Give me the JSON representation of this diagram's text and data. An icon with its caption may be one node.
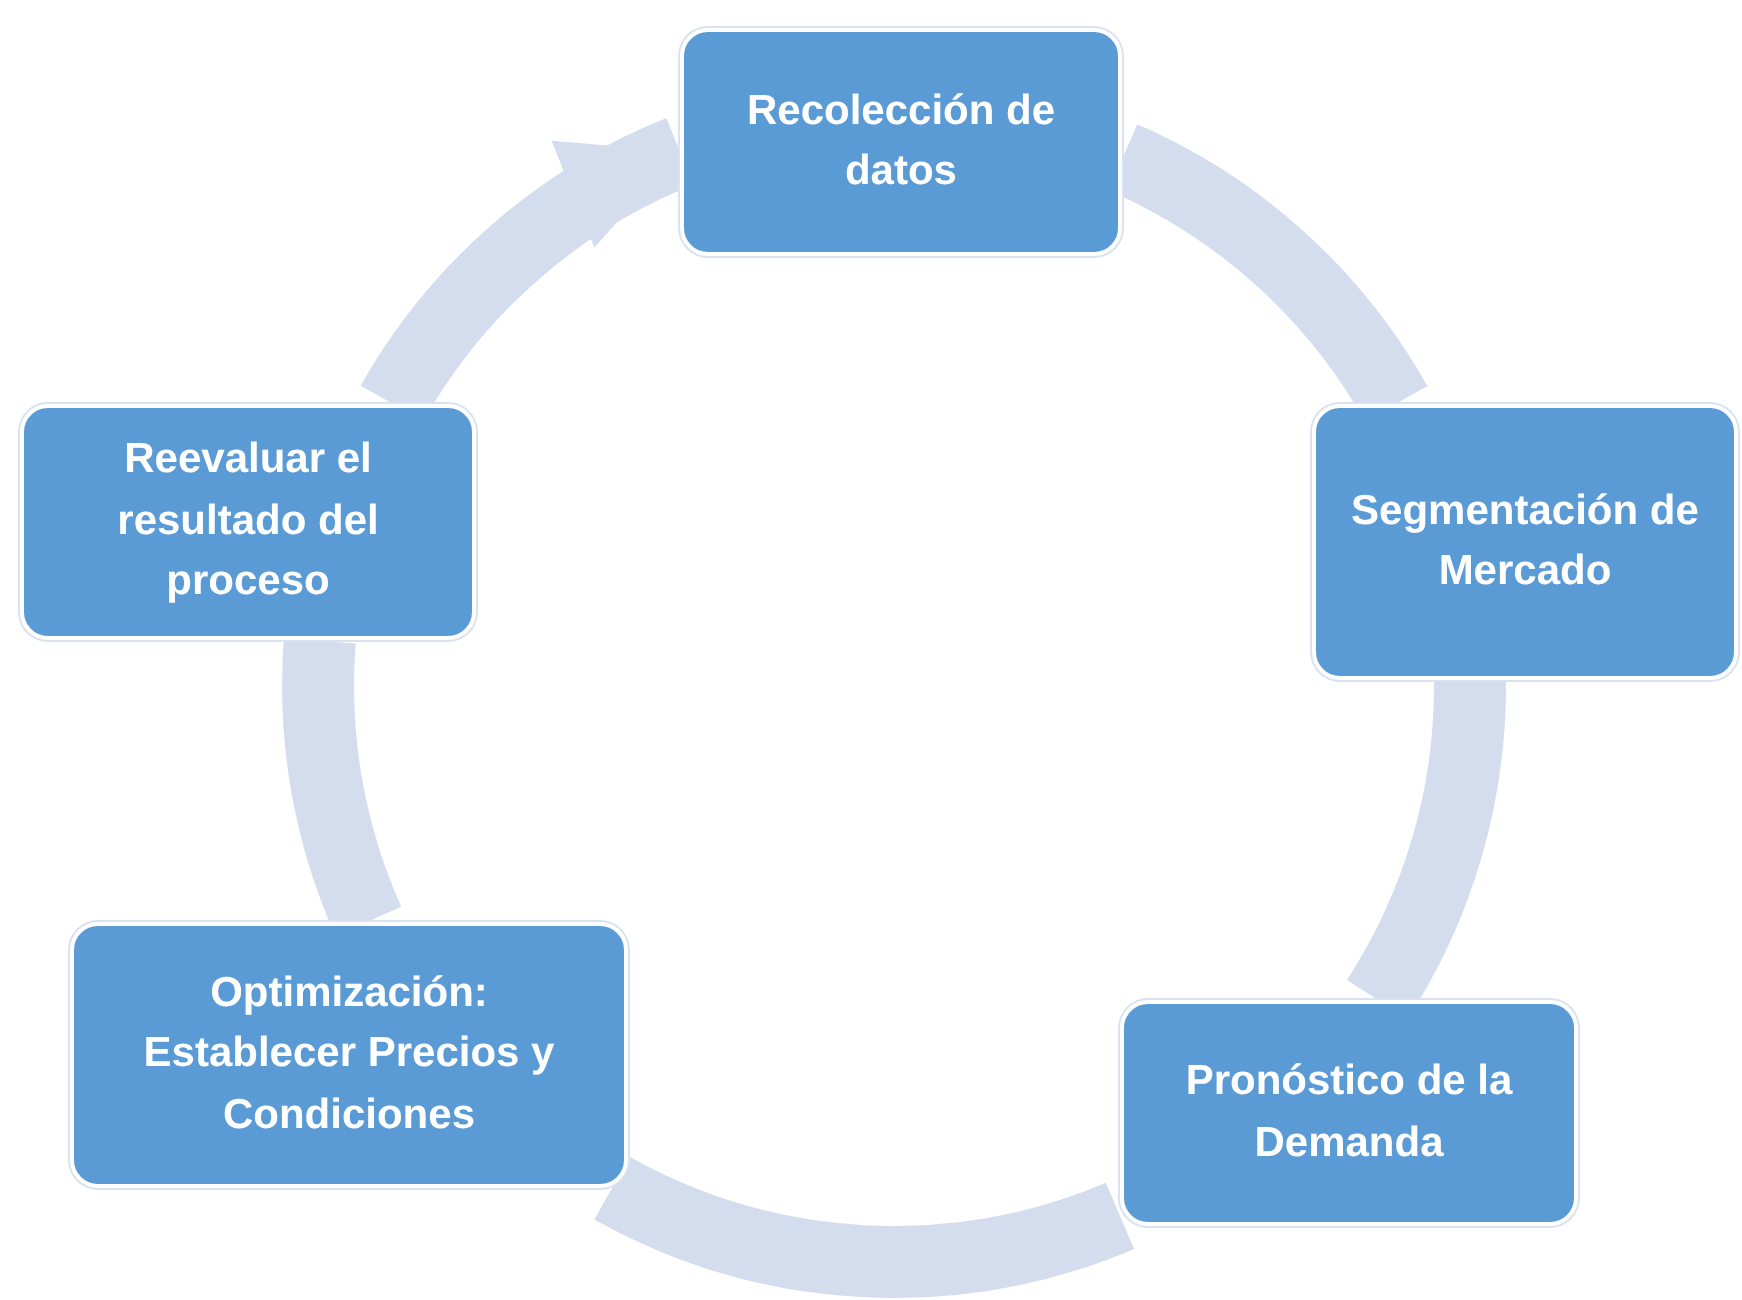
{
  "diagram": {
    "nodes": [
      {
        "text": [
          "Recolección de datos"
        ]
      },
      {
        "text": [
          "Segmentación de Mercado"
        ]
      },
      {
        "text": [
          "Pronóstico de la Demanda"
        ]
      },
      {
        "text": [
          "Optimización: Establecer Precios y Condiciones"
        ]
      },
      {
        "text": [
          "Reevaluar el resultado del proceso"
        ]
      }
    ],
    "edges": [
      {
        "from": 0,
        "to": 1,
        "arrow": "none"
      },
      {
        "from": 1,
        "to": 2,
        "arrow": "none"
      },
      {
        "from": 2,
        "to": 3,
        "arrow": "none"
      },
      {
        "from": 3,
        "to": 4,
        "arrow": "none"
      },
      {
        "from": 4,
        "to": 0,
        "arrow": "to"
      }
    ]
  }
}
